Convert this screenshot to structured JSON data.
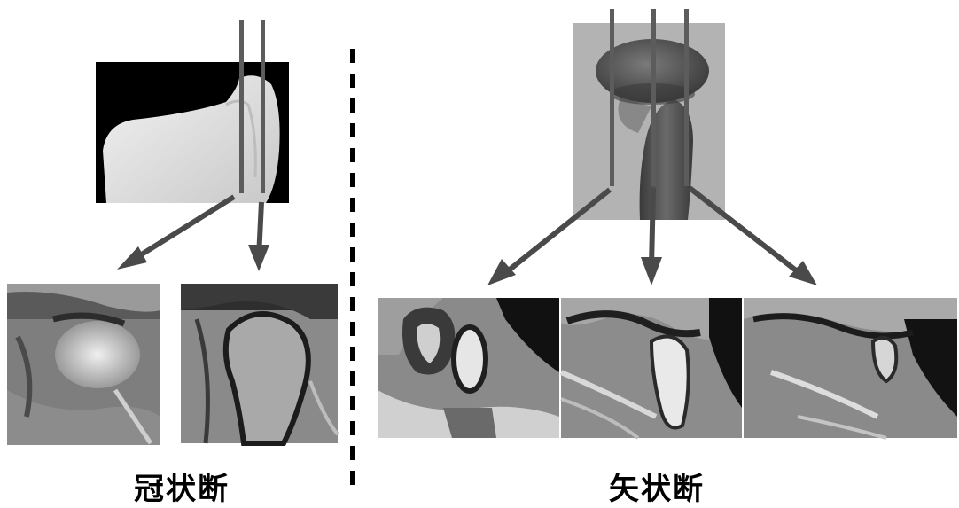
{
  "labels": {
    "coronal": "冠状断",
    "sagittal": "矢状断"
  },
  "colors": {
    "background": "#ffffff",
    "slice_line": "#595959",
    "arrow": "#4a4a4a",
    "divider": "#000000"
  },
  "panels": {
    "coronal_photo": "condyle-bone-photo-coronal-view",
    "sagittal_photo": "condyle-bone-photo-sagittal-view",
    "coronal_mri": [
      "coronal-mri-slice-1",
      "coronal-mri-slice-2"
    ],
    "sagittal_mri": [
      "sagittal-mri-slice-1",
      "sagittal-mri-slice-2",
      "sagittal-mri-slice-3"
    ]
  }
}
